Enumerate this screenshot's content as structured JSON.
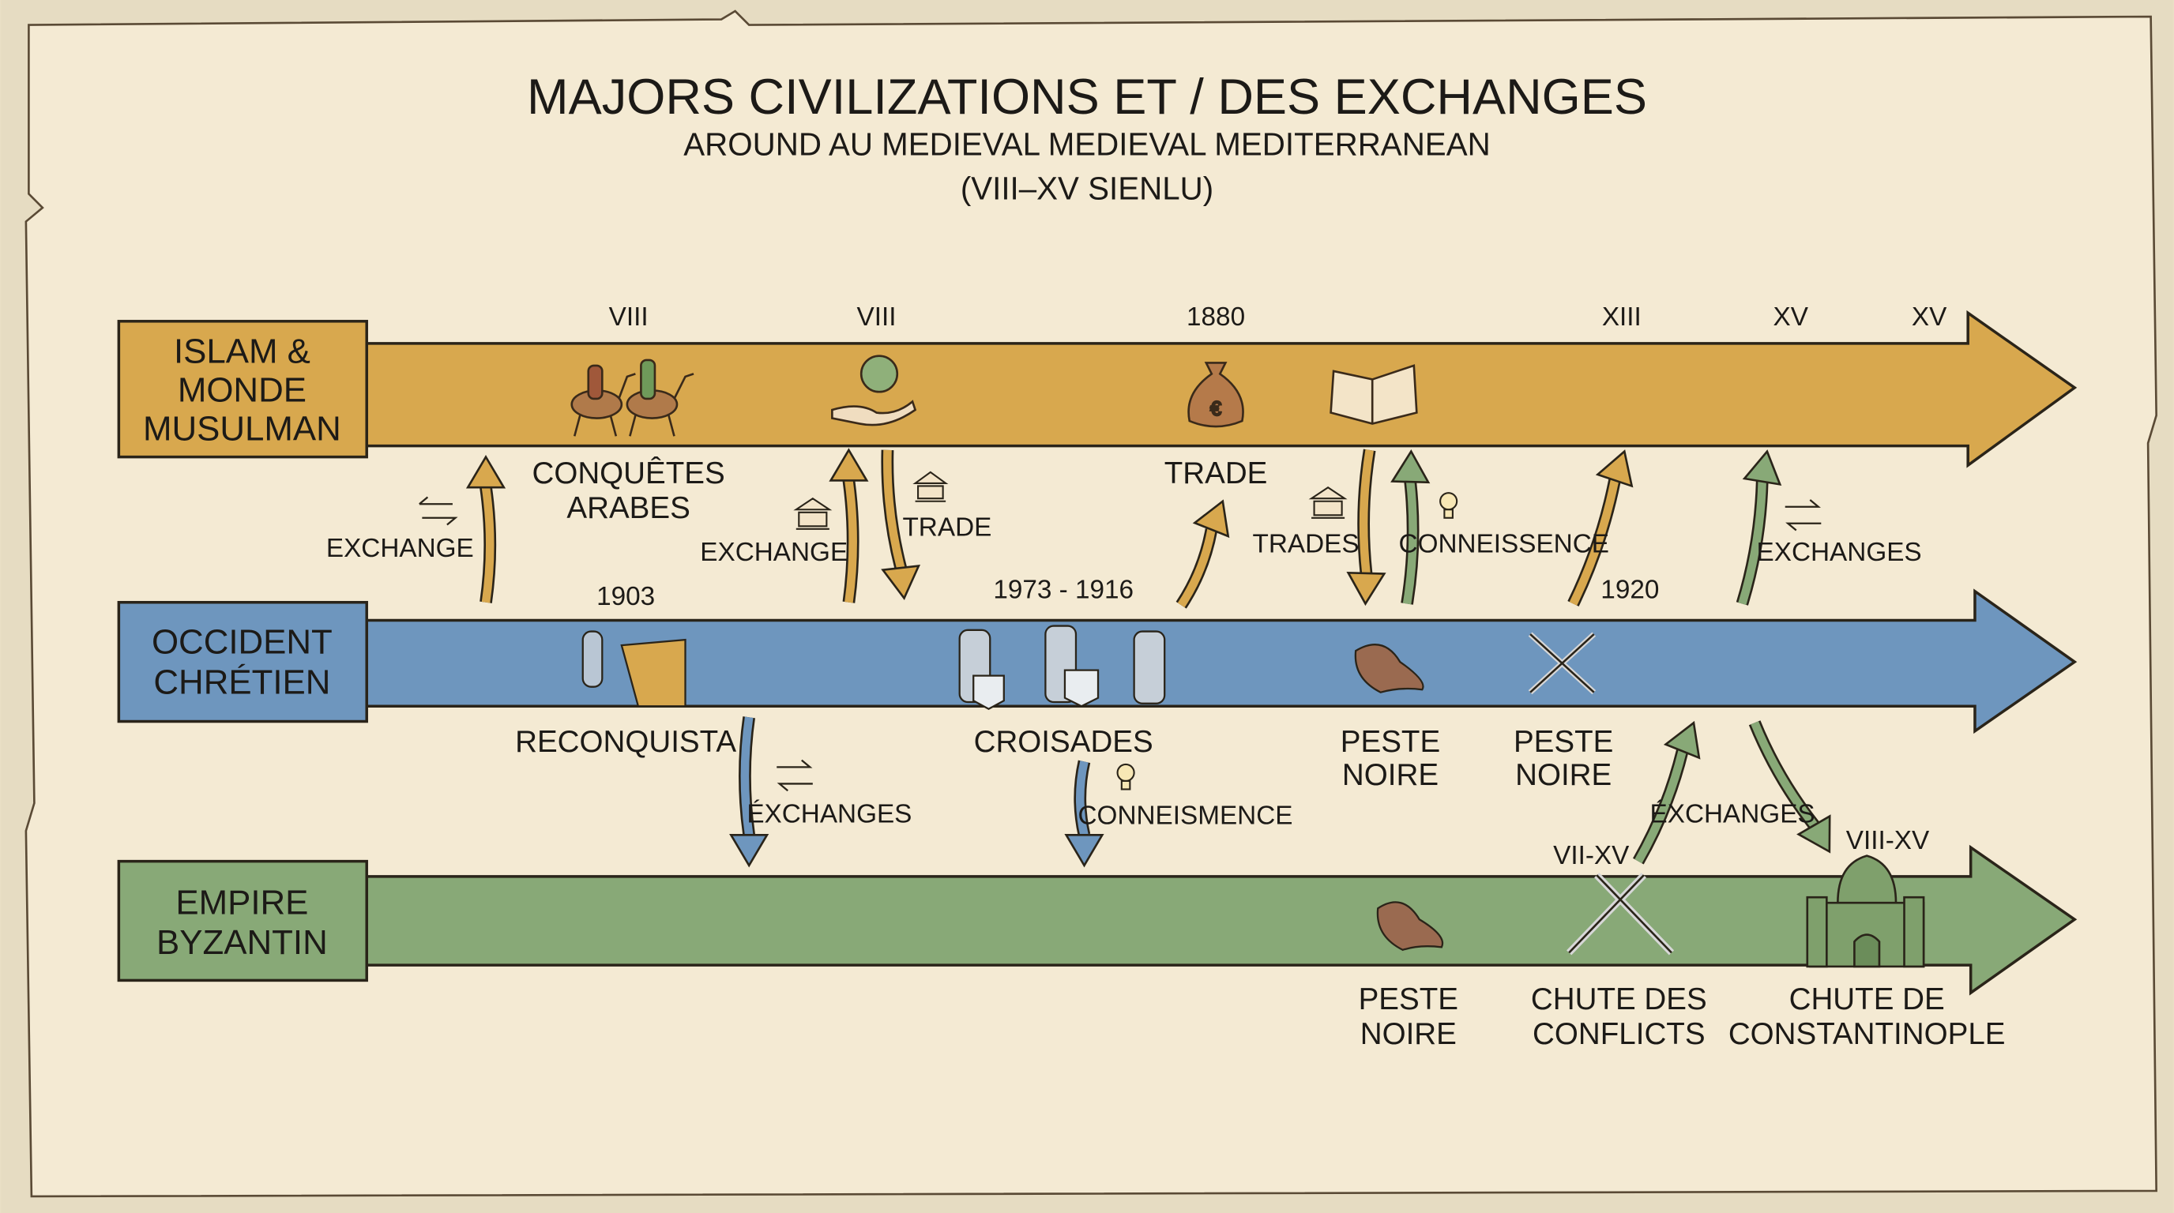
{
  "title": "MAJORS CIVILIZATIONS ET / DES EXCHANGES",
  "subtitle": "AROUND AU MEDIEVAL MEDIEVAL MEDITERRANEAN",
  "period": "(VIII–XV SIENLU)",
  "colors": {
    "islam": "#D8A84E",
    "occident": "#6E96BE",
    "byzantin": "#88A977",
    "paper": "#F3E9D2"
  },
  "rows": {
    "islam": {
      "line1": "ISLAM &",
      "line2": "MONDE",
      "line3": "MUSULMAN"
    },
    "occident": {
      "line1": "OCCIDENT",
      "line2": "CHRÉTIEN"
    },
    "byzantin": {
      "line1": "EMPIRE",
      "line2": "BYZANTIN"
    }
  },
  "islam_dates": [
    "VIII",
    "VIII",
    "1880",
    "XIII",
    "XV",
    "XV"
  ],
  "islam_events": {
    "conquetes_1": "CONQUÊTES",
    "conquetes_2": "ARABES",
    "trade": "TRADE"
  },
  "links_top": {
    "exchange_1": "EXCHANGE",
    "exchange_2": "EXCHANGE",
    "trade": "TRADE",
    "trades": "TRADES",
    "conneissence": "CONNEISSENCE",
    "exchanges": "EXCHANGES",
    "date_1920": "1920"
  },
  "occident_dates": {
    "d1903": "1903",
    "d1973": "1973 - 1916"
  },
  "occident_events": {
    "reconquista": "RECONQUISTA",
    "croisades": "CROISADES",
    "peste_a_1": "PESTE",
    "peste_a_2": "NOIRE",
    "peste_b_1": "PESTE",
    "peste_b_2": "NOIRE"
  },
  "links_bottom": {
    "exchanges_1": "ÉXCHANGES",
    "conneismence": "CONNEISMENCE",
    "exchanges_2": "ÉXCHANGES",
    "vii_xv": "VII-XV",
    "viii_xv": "VIII-XV"
  },
  "byzantin_events": {
    "peste_1": "PESTE",
    "peste_2": "NOIRE",
    "chute_conf_1": "CHUTE DES",
    "chute_conf_2": "CONFLICTS",
    "chute_const_1": "CHUTE DE",
    "chute_const_2": "CONSTANTINOPLE"
  }
}
